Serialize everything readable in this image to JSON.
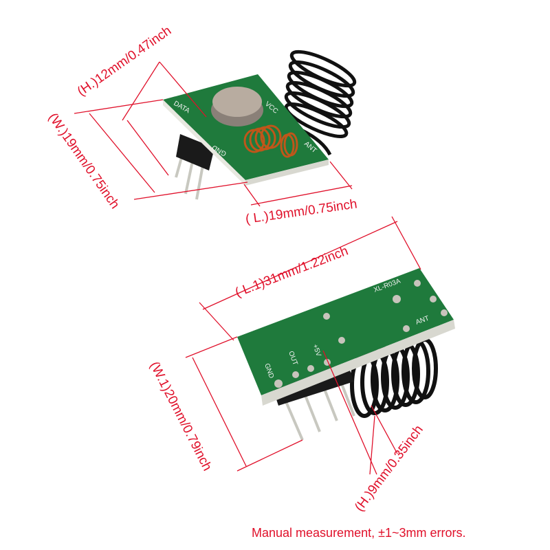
{
  "module_1": {
    "name": "transmitter",
    "silkscreen": [
      "DATA",
      "VCC",
      "GND",
      "ANT"
    ],
    "dimensions": {
      "height": "(H.)12mm/0.47inch",
      "width": "(W.)19mm/0.75inch",
      "length": "( L.)19mm/0.75inch"
    }
  },
  "module_2": {
    "name": "receiver",
    "silkscreen": [
      "XL-R03A",
      "ANT",
      "GND",
      "OUT",
      "+5V"
    ],
    "dimensions": {
      "length": "( L.1)31mm/1.22inch",
      "width": "(W.1)20mm/0.79inch",
      "height": "(H.)9mm/0.35inch"
    }
  },
  "note": "Manual measurement,  ±1~3mm errors.",
  "colors": {
    "annotation": "#e0102a",
    "pcb": "#1f7a3c",
    "coil": "#c0561a",
    "antenna": "#111111"
  }
}
